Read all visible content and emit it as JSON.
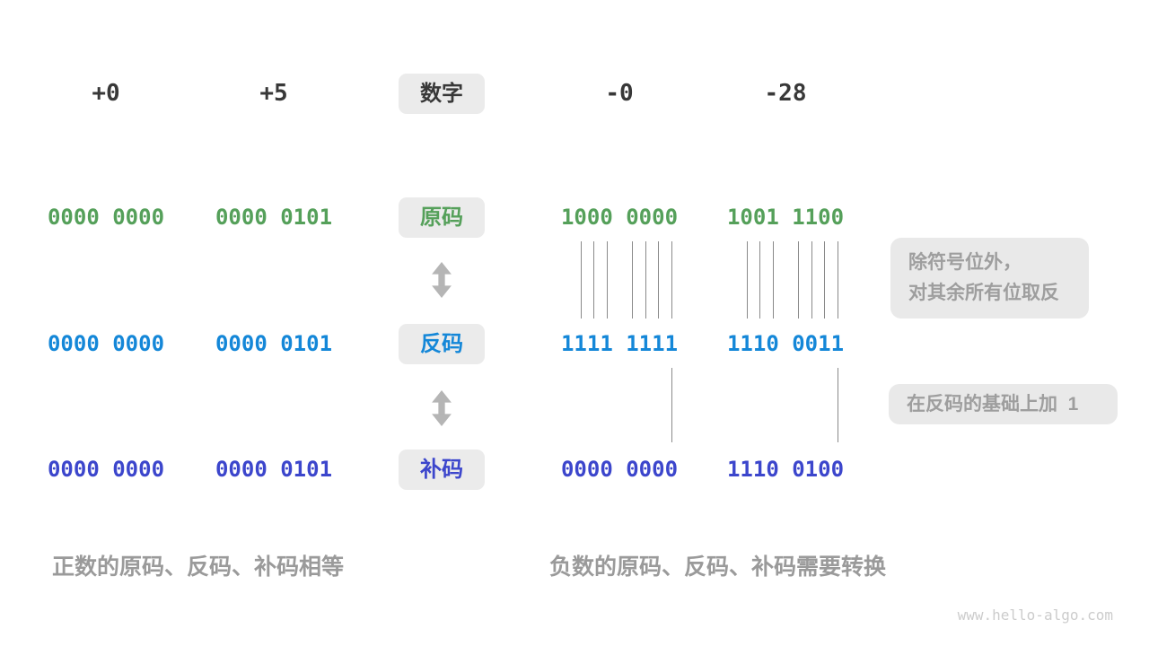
{
  "palette": {
    "text_dark": "#383838",
    "green": "#55a05a",
    "blue": "#1487d8",
    "indigo": "#3c46cc",
    "gray_note_text": "#9e9e9e",
    "badge_bg": "#ebebeb",
    "note_bg": "#e9e9e9",
    "tick_line": "#8a8a8a",
    "arrow": "#b5b5b5",
    "watermark": "#cccccc"
  },
  "header": {
    "badge": "数字",
    "values": [
      "+0",
      "+5",
      "-0",
      "-28"
    ]
  },
  "rows": [
    {
      "id": "sign-magnitude",
      "badge": "原码",
      "color": "green",
      "values": [
        "0000 0000",
        "0000 0101",
        "1000 0000",
        "1001 1100"
      ]
    },
    {
      "id": "ones-complement",
      "badge": "反码",
      "color": "blue",
      "values": [
        "0000 0000",
        "0000 0101",
        "1111 1111",
        "1110 0011"
      ]
    },
    {
      "id": "twos-complement",
      "badge": "补码",
      "color": "indigo",
      "values": [
        "0000 0000",
        "0000 0101",
        "0000 0000",
        "1110 0100"
      ]
    }
  ],
  "notes": [
    {
      "id": "flip-bits",
      "lines": [
        "除符号位外，",
        "对其余所有位取反"
      ]
    },
    {
      "id": "add-one",
      "lines": [
        "在反码的基础上加  1"
      ]
    }
  ],
  "captions": {
    "positive": "正数的原码、反码、补码相等",
    "negative": "负数的原码、反码、补码需要转换"
  },
  "watermark": "www.hello-algo.com"
}
